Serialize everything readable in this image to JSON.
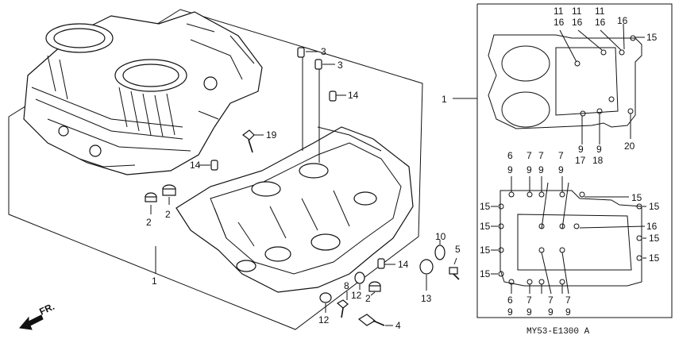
{
  "diagram": {
    "code": "MY53-E1300 A",
    "direction_label": "FR.",
    "labels": {
      "l3a": "3",
      "l3b": "3",
      "l14a": "14",
      "l19": "19",
      "l14b": "14",
      "l2a": "2",
      "l2b": "2",
      "l1a": "1",
      "l14c": "14",
      "l8": "8",
      "l12a": "12",
      "l2c": "2",
      "l12b": "12",
      "l10": "10",
      "l5": "5",
      "l13": "13",
      "l4": "4",
      "l1b": "1",
      "u11a": "11",
      "u16a": "16",
      "u11b": "11",
      "u16b": "16",
      "u11c": "11",
      "u16c": "16",
      "u16d": "16",
      "u15a": "15",
      "u9a": "9",
      "u17": "17",
      "u9b": "9",
      "u18": "18",
      "u20": "20",
      "b6a": "6",
      "b9a": "9",
      "b7a": "7",
      "b9b": "9",
      "b7b": "7",
      "b9c": "9",
      "b7c": "7",
      "b9d": "9",
      "b15a": "15",
      "b16": "16",
      "b15b": "15",
      "b15c": "15",
      "b15d": "15",
      "b15e": "15",
      "b15f": "15",
      "b15g": "15",
      "b15h": "15",
      "b7d": "7",
      "b9e": "9",
      "b7e": "7",
      "b9f": "9",
      "b7f": "7",
      "b9g": "9",
      "b6b": "6",
      "b9h": "9"
    }
  }
}
